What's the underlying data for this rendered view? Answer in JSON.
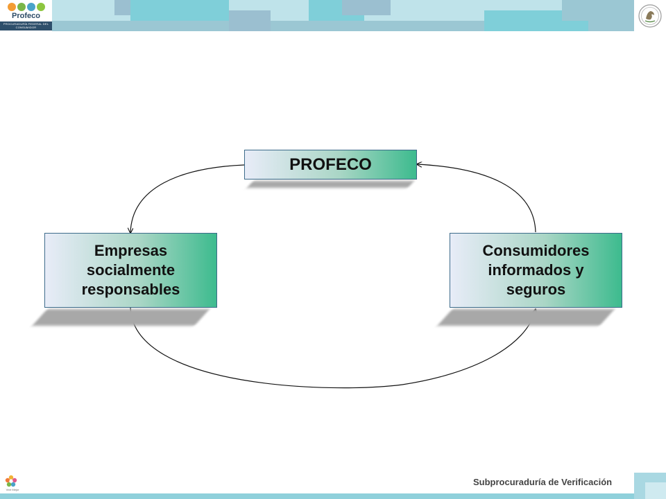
{
  "header": {
    "logo_text": "Profeco",
    "logo_subtitle": "PROCURADURÍA FEDERAL DEL CONSUMIDOR"
  },
  "diagram": {
    "nodes": {
      "top": "PROFECO",
      "left": "Empresas socialmente responsables",
      "right": "Consumidores informados y seguros"
    }
  },
  "footer": {
    "text": "Subprocuraduría de Verificación",
    "logo_text": "Vivir Mejor"
  },
  "colors": {
    "header_band": "#bfe3ea",
    "header_accent": "#7fcfd9",
    "header_dark": "#9bbfd0",
    "box_gradient_start": "#e8ecf8",
    "box_gradient_end": "#3dbb8e",
    "logo_navy": "#2e4f6b"
  }
}
